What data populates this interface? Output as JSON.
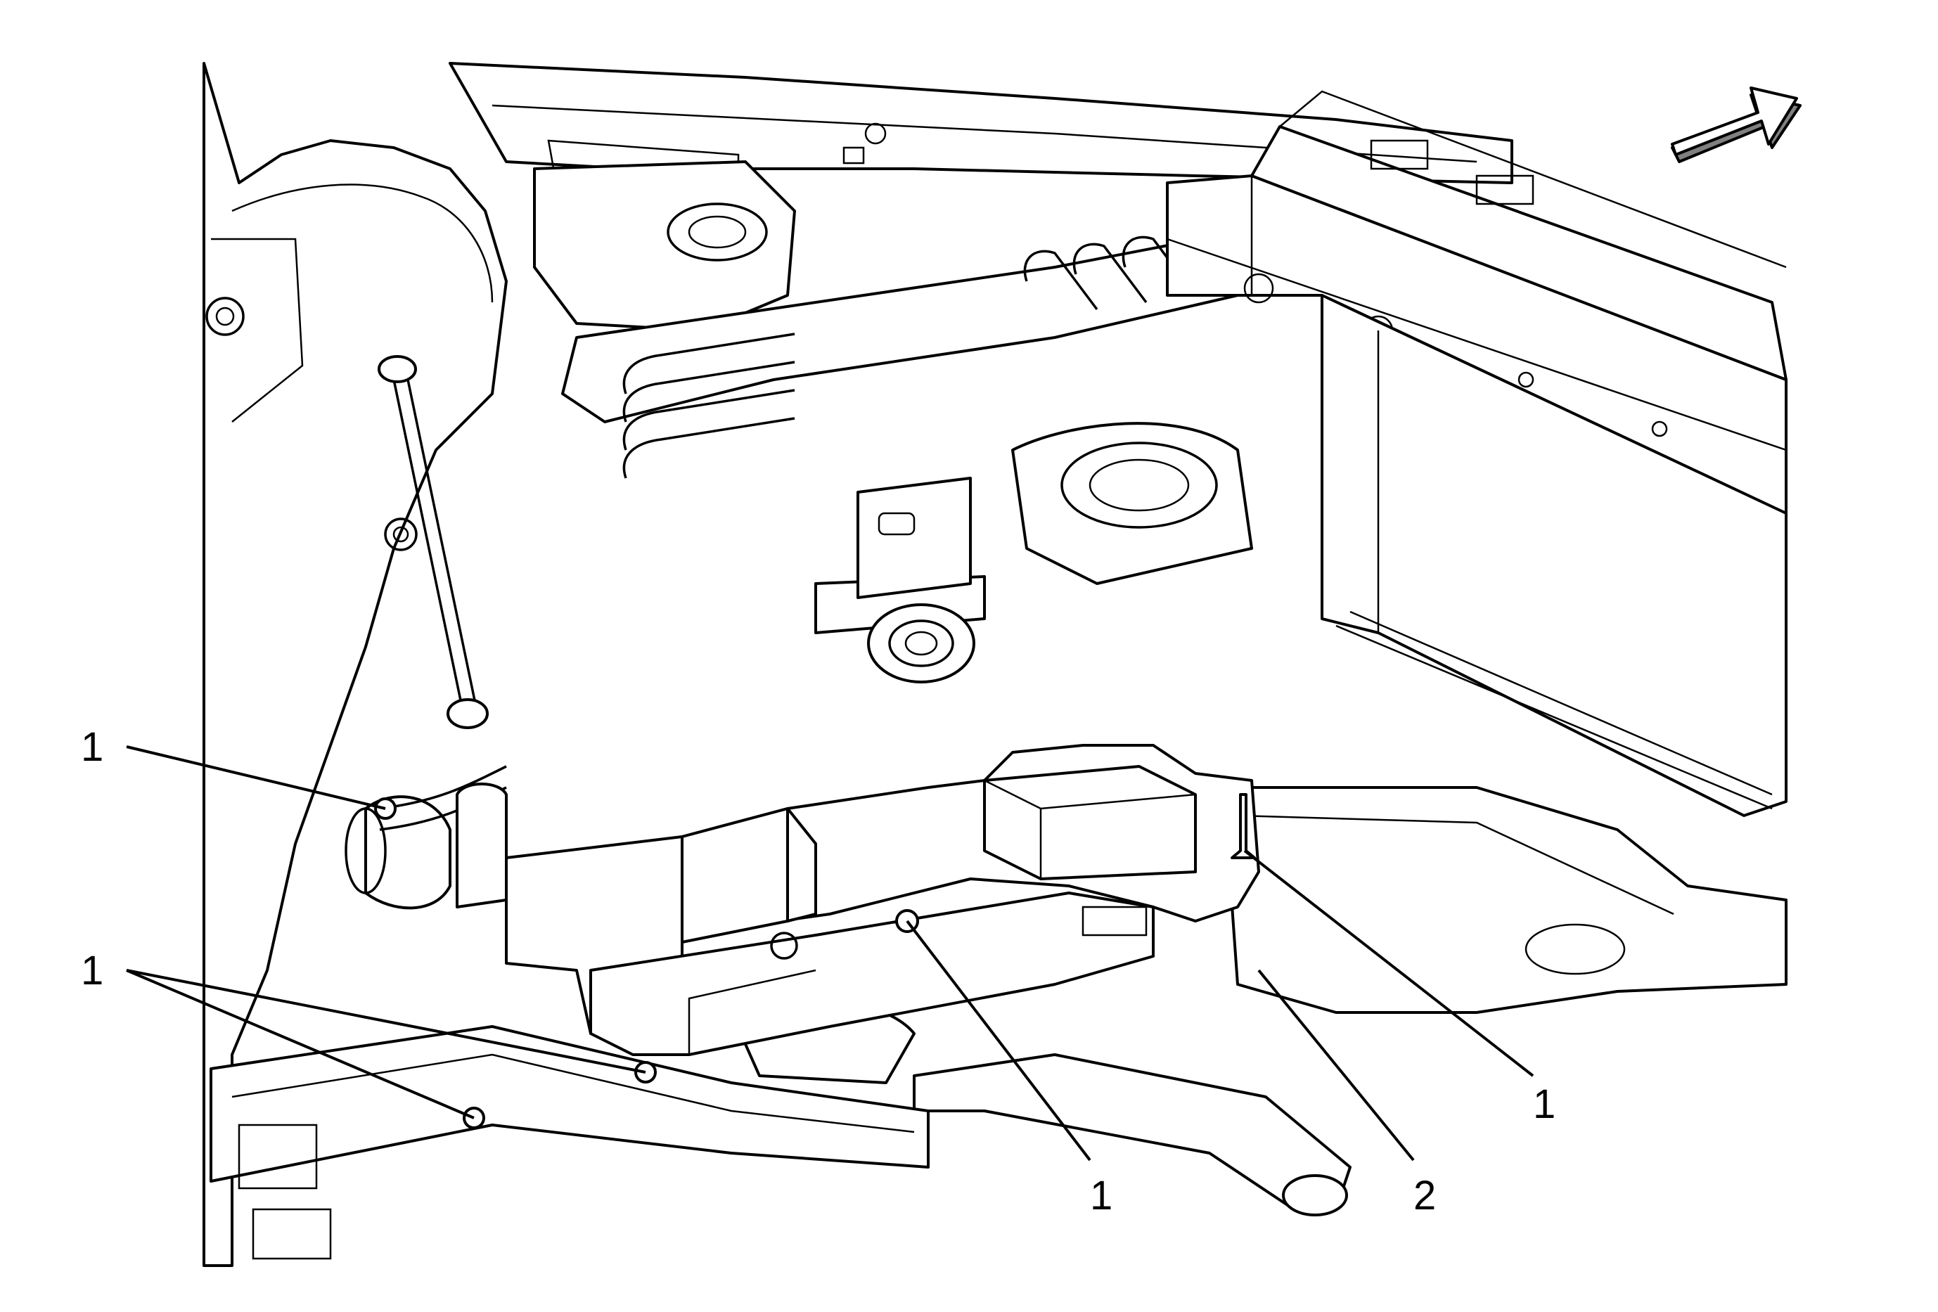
{
  "callouts": [
    {
      "id": "c1",
      "label": "1"
    },
    {
      "id": "c2",
      "label": "1"
    },
    {
      "id": "c3",
      "label": "1"
    },
    {
      "id": "c4",
      "label": "1"
    },
    {
      "id": "c5",
      "label": "2"
    }
  ],
  "colors": {
    "line": "#000000",
    "background": "#ffffff",
    "arrow_shade": "#808080"
  }
}
